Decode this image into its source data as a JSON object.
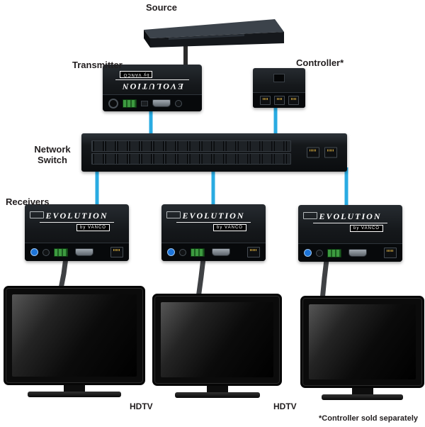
{
  "labels": {
    "source": "Source",
    "transmitter": "Transmitter",
    "controller": "Controller*",
    "network_switch_line1": "Network",
    "network_switch_line2": "Switch",
    "receivers": "Receivers",
    "hdtv_1": "HDTV",
    "hdtv_2": "HDTV",
    "footnote": "*Controller sold separately"
  },
  "brand": {
    "name": "EVOLUTION",
    "by": "by VANCO"
  },
  "colors": {
    "network_cable": "#29abe2",
    "video_cable": "#3f4144",
    "source_cable": "#2b2b2b",
    "device_body": "#15181b"
  }
}
